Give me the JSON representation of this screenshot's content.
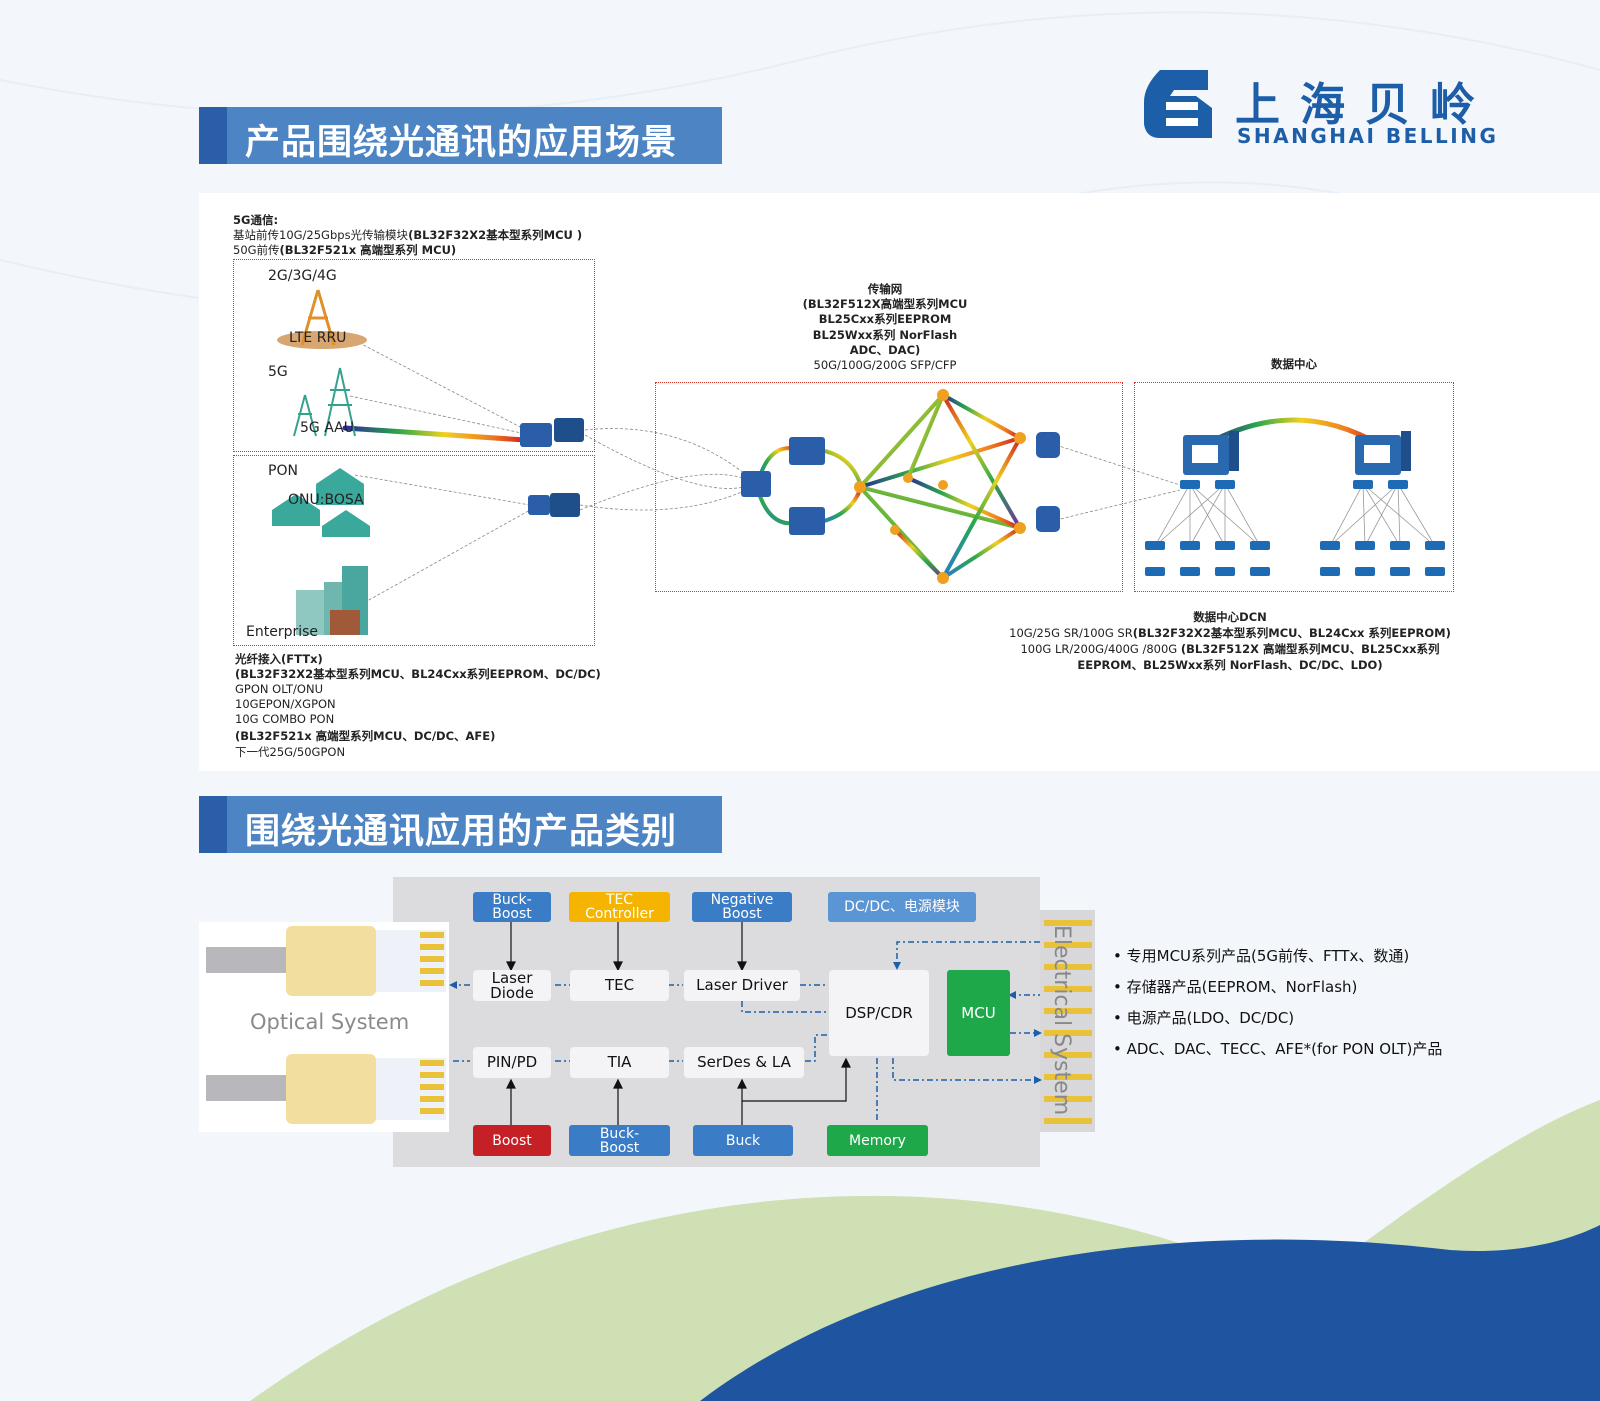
{
  "logo": {
    "cn": "上海贝岭",
    "en": "SHANGHAI BELLING"
  },
  "section1": {
    "title": "产品围绕光通讯的应用场景"
  },
  "section2": {
    "title": "围绕光通讯应用的产品类别"
  },
  "scene": {
    "fiveg_title": "5G通信:",
    "fiveg_line1a": "基站前传10G/25Gbps光传输模块",
    "fiveg_line1b": "(BL32F32X2基本型系列MCU )",
    "fiveg_line2a": "50G前传",
    "fiveg_line2b": "(BL32F521x 高端型系列 MCU)",
    "label_234g": "2G/3G/4G",
    "label_lte": "LTE RRU",
    "label_5g": "5G",
    "label_aau": "5G AAU",
    "label_pon": "PON",
    "label_onu": "ONU:BOSA",
    "label_enterprise": "Enterprise",
    "fttx_title": "光纤接入(FTTx)",
    "fttx_line1": "(BL32F32X2基本型系列MCU、BL24Cxx系列EEPROM、DC/DC)",
    "fttx_line2": "GPON OLT/ONU",
    "fttx_line3": "10GEPON/XGPON",
    "fttx_line4": "10G COMBO PON",
    "fttx_line5": "(BL32F521x 高端型系列MCU、DC/DC、AFE)",
    "fttx_line6": "下一代25G/50GPON",
    "transport_title": "传输网",
    "transport_line1": "(BL32F512X高端型系列MCU",
    "transport_line2": "BL25Cxx系列EEPROM",
    "transport_line3": "BL25Wxx系列 NorFlash",
    "transport_line4": "ADC、DAC)",
    "transport_line5": "50G/100G/200G SFP/CFP",
    "dc_title": "数据中心",
    "dcn_title": "数据中心DCN",
    "dcn_line1a": "10G/25G SR/100G SR",
    "dcn_line1b": "(BL32F32X2基本型系列MCU、BL24Cxx 系列EEPROM)",
    "dcn_line2a": "100G LR/200G/400G /800G ",
    "dcn_line2b": "(BL32F512X 高端型系列MCU、BL25Cxx系列",
    "dcn_line3": "EEPROM、BL25Wxx系列 NorFlash、DC/DC、LDO)"
  },
  "block": {
    "optical_system": "Optical System",
    "electrical_system": "Electrical System",
    "buck_boost_top": "Buck-\nBoost",
    "tec_controller": "TEC\nController",
    "negative_boost": "Negative\nBoost",
    "dcdc_module": "DC/DC、电源模块",
    "laser_diode": "Laser\nDiode",
    "tec": "TEC",
    "laser_driver": "Laser Driver",
    "dsp_cdr": "DSP/CDR",
    "mcu": "MCU",
    "pin_pd": "PIN/PD",
    "tia": "TIA",
    "serdes_la": "SerDes & LA",
    "boost": "Boost",
    "buck_boost_bottom": "Buck-\nBoost",
    "buck": "Buck",
    "memory": "Memory"
  },
  "bullets": [
    "专用MCU系列产品(5G前传、FTTx、数通)",
    "存储器产品(EEPROM、NorFlash)",
    "电源产品(LDO、DC/DC)",
    "ADC、DAC、TECC、AFE*(for PON OLT)产品"
  ],
  "colors": {
    "brand_blue": "#1d5ea8",
    "section_blue": "#4c84c4",
    "chip_blue": "#3a7cc6",
    "chip_yellow": "#f5b400",
    "chip_red": "#c42026",
    "chip_green": "#1fa84a",
    "dotted_red": "#d9322b",
    "wave_green": "#cfe0b4",
    "wave_navy": "#1f55a0"
  }
}
